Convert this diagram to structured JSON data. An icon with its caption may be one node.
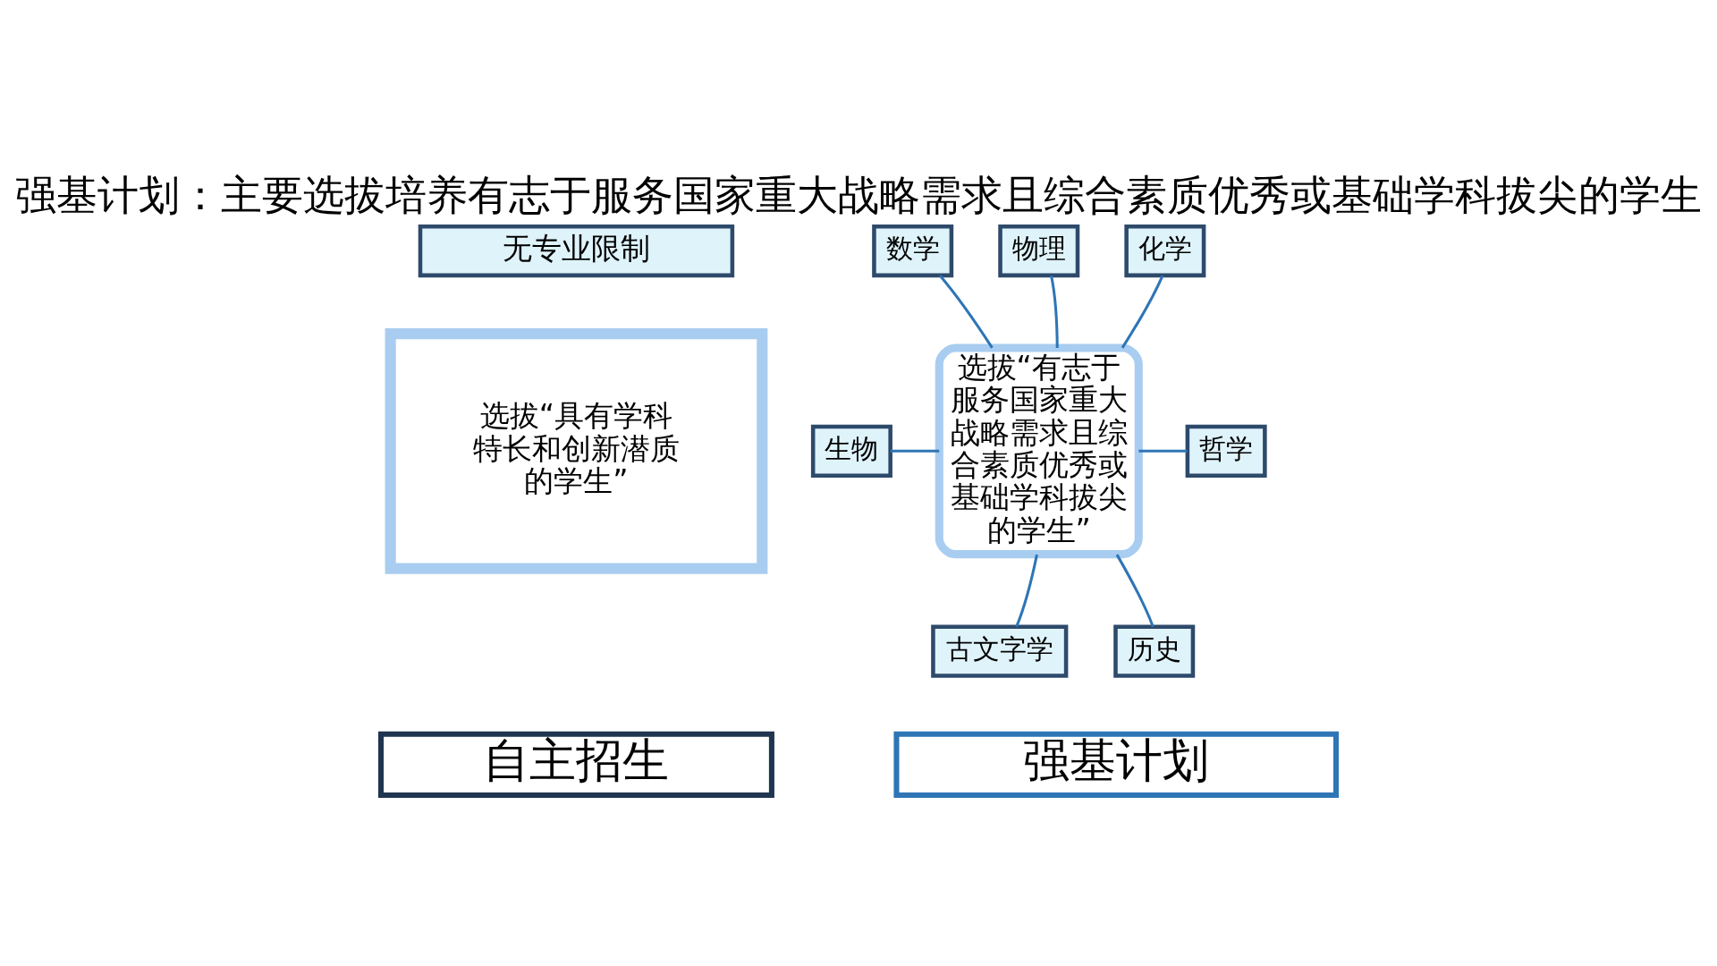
{
  "diagram": {
    "title": "强基计划：主要选拔培养有志于服务国家重大战略需求且综合素质优秀或基础学科拔尖的学生",
    "nodes": [
      {
        "text": [
          "无专业限制"
        ]
      },
      {
        "text": [
          "选拔“具有学科特长和创新潜质的学生”"
        ]
      },
      {
        "text": [
          "自主招生"
        ]
      },
      {
        "text": [
          "数学"
        ]
      },
      {
        "text": [
          "物理"
        ]
      },
      {
        "text": [
          "化学"
        ]
      },
      {
        "text": [
          "选拔“有志于服务国家重大战略需求且综合素质优秀或基础学科拔尖的学生”"
        ]
      },
      {
        "text": [
          "生物"
        ]
      },
      {
        "text": [
          "哲学"
        ]
      },
      {
        "text": [
          "古文字学"
        ]
      },
      {
        "text": [
          "历史"
        ]
      },
      {
        "text": [
          "强基计划"
        ]
      }
    ],
    "edges": [
      {
        "from": 6,
        "to": 3,
        "arrow": "none"
      },
      {
        "from": 6,
        "to": 4,
        "arrow": "none"
      },
      {
        "from": 6,
        "to": 5,
        "arrow": "none"
      },
      {
        "from": 6,
        "to": 7,
        "arrow": "none"
      },
      {
        "from": 6,
        "to": 8,
        "arrow": "none"
      },
      {
        "from": 6,
        "to": 9,
        "arrow": "none"
      },
      {
        "from": 6,
        "to": 10,
        "arrow": "none"
      }
    ]
  }
}
